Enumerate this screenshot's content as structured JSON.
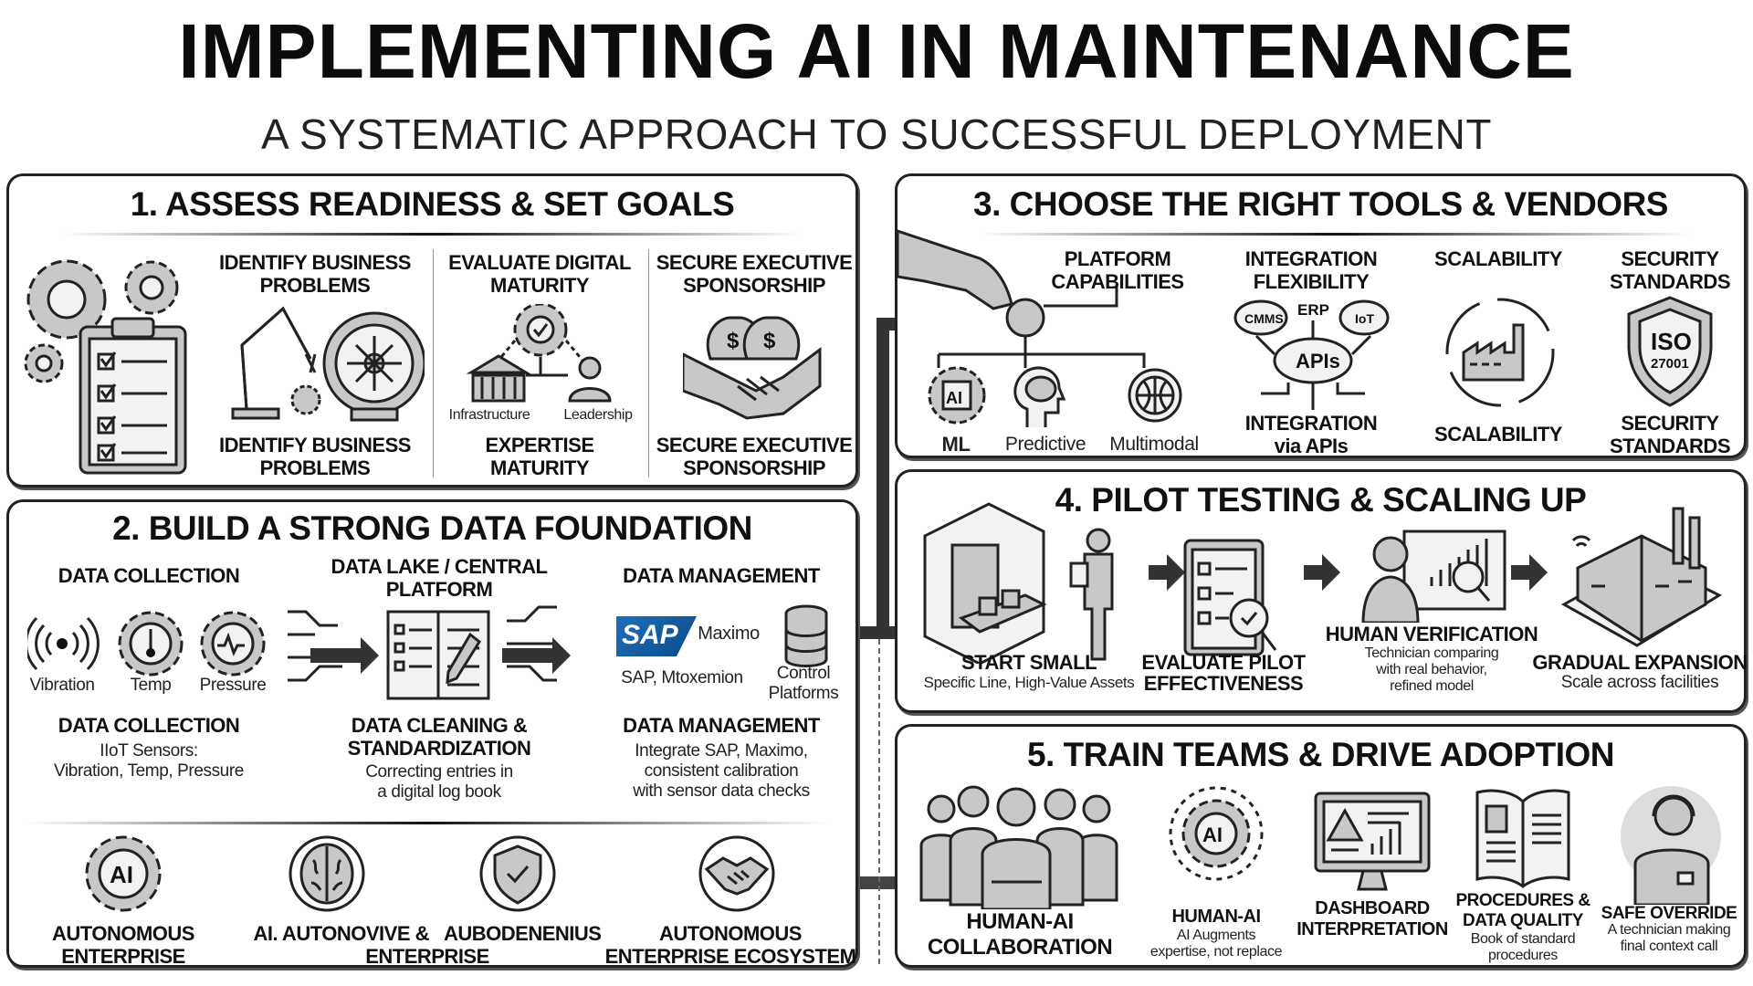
{
  "title": "IMPLEMENTING AI IN MAINTENANCE",
  "subtitle": "A SYSTEMATIC APPROACH TO SUCCESSFUL DEPLOYMENT",
  "s1": {
    "header": "1. ASSESS READINESS & SET GOALS",
    "cols": [
      {
        "top": [
          "IDENTIFY BUSINESS",
          "PROBLEMS"
        ],
        "bottom": [
          "IDENTIFY BUSINESS",
          "PROBLEMS"
        ]
      },
      {
        "top": [
          "EVALUATE DIGITAL",
          "MATURITY"
        ],
        "bottom": [
          "EXPERTISE",
          "MATURITY"
        ],
        "icon_labels": [
          "Infrastructure",
          "Leadership"
        ]
      },
      {
        "top": [
          "SECURE EXECUTIVE",
          "SPONSORSHIP"
        ],
        "bottom": [
          "SECURE EXECUTIVE",
          "SPONSORSHIP"
        ]
      }
    ],
    "dollar": "$"
  },
  "s2": {
    "header": "2. BUILD A STRONG DATA FOUNDATION",
    "col1": {
      "top": "DATA COLLECTION",
      "icons": [
        "Vibration",
        "Temp",
        "Pressure"
      ],
      "bottom": "DATA COLLECTION",
      "desc": [
        "IIoT Sensors:",
        "Vibration, Temp, Pressure"
      ]
    },
    "col2": {
      "top": [
        "DATA LAKE / CENTRAL",
        "PLATFORM"
      ],
      "bottom": [
        "DATA CLEANING &",
        "STANDARDIZATION"
      ],
      "desc": [
        "Correcting entries in",
        "a digital log book"
      ]
    },
    "col3": {
      "top": "DATA MANAGEMENT",
      "sap": "SAP",
      "maximo": "Maximo",
      "sap_label": "SAP, Mtoxemion",
      "db_label": [
        "Control",
        "Platforms"
      ],
      "bottom": "DATA MANAGEMENT",
      "desc": [
        "Integrate SAP, Maximo,",
        "consistent calibration",
        "with sensor data checks"
      ]
    },
    "bottom": {
      "item1": [
        "AUTONOMOUS",
        "ENTERPRISE"
      ],
      "item2": [
        "AI. AUTONOVIVE &   AUBODENENIUS",
        "ENTERPRISE"
      ],
      "item4": [
        "AUTONOMOUS",
        "ENTERPRISE ECOSYSTEM"
      ],
      "ai": "AI"
    }
  },
  "s3": {
    "header": "3. CHOOSE THE RIGHT TOOLS & VENDORS",
    "platform": {
      "top": [
        "PLATFORM",
        "CAPABILITIES"
      ],
      "subs": [
        "ML",
        "Predictive",
        "Multimodal"
      ],
      "ai": "AI"
    },
    "integration": {
      "top": [
        "INTEGRATION",
        "FLEXIBILITY"
      ],
      "bottom": [
        "INTEGRATION",
        "via APIs"
      ],
      "clouds": [
        "CMMS",
        "ERP",
        "IoT",
        "APIs"
      ]
    },
    "scalability": {
      "top": "SCALABILITY",
      "bottom": "SCALABILITY"
    },
    "security": {
      "top": [
        "SECURITY",
        "STANDARDS"
      ],
      "bottom": [
        "SECURITY",
        "STANDARDS"
      ],
      "badge": [
        "ISO",
        "27001"
      ]
    }
  },
  "s4": {
    "header": "4. PILOT TESTING & SCALING UP",
    "steps": [
      {
        "title": "START SMALL",
        "desc": [
          "Specific Line, High-Value Assets"
        ]
      },
      {
        "title": "EVALUATE PILOT",
        "desc": [
          "EFFECTIVENESS"
        ]
      },
      {
        "title": "HUMAN VERIFICATION",
        "desc": [
          "Technician comparing",
          "with real behavior,",
          "refined model"
        ]
      },
      {
        "title": "GRADUAL EXPANSION",
        "desc": [
          "Scale across facilities"
        ]
      }
    ]
  },
  "s5": {
    "header": "5. TRAIN TEAMS & DRIVE ADOPTION",
    "items": [
      {
        "title": [
          "HUMAN-AI",
          "COLLABORATION"
        ],
        "desc": []
      },
      {
        "title": [
          "HUMAN-AI"
        ],
        "desc": [
          "AI Augments",
          "expertise, not replace"
        ],
        "ai": "AI"
      },
      {
        "title": [
          "DASHBOARD",
          "INTERPRETATION"
        ],
        "desc": []
      },
      {
        "title": [
          "PROCEDURES &",
          "DATA QUALITY"
        ],
        "desc": [
          "Book of standard",
          "procedures"
        ]
      },
      {
        "title": [
          "SAFE OVERRIDE"
        ],
        "desc": [
          "A technician making",
          "final context call"
        ]
      }
    ]
  }
}
